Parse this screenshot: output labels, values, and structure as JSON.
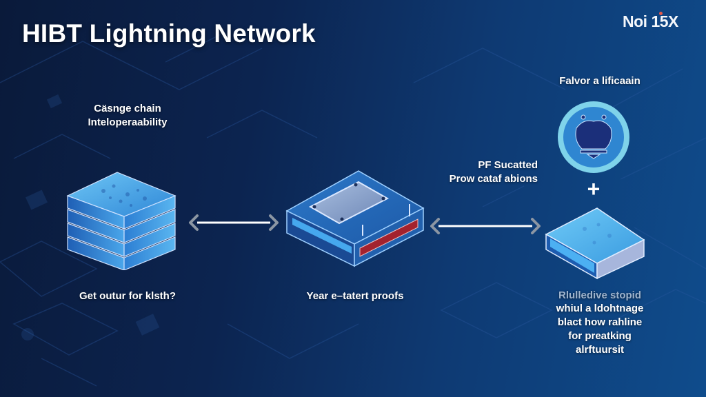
{
  "header": {
    "title": "HIBT Lightning Network",
    "logo_text": "Noi 15X"
  },
  "diagram": {
    "nodes": [
      {
        "id": "left",
        "caption_top": [
          "Cäsnge chain",
          "Inteloperaability"
        ],
        "caption_bottom": "Get outur for klsth?",
        "icon": "layered-stack-icon"
      },
      {
        "id": "center",
        "caption_top": [
          "PF Sucatted",
          "Prow cataf abions"
        ],
        "caption_bottom": "Year e–tatert proofs",
        "icon": "hardware-device-icon"
      },
      {
        "id": "right",
        "caption_top": [
          "Falvor a lificaain"
        ],
        "badge_icon": "emblem-badge-icon",
        "joiner": "+",
        "icon": "storage-block-icon",
        "caption_bottom_muted": "Rlulledive stopid",
        "caption_bottom": [
          "whiul a ldohtnage",
          "blact how rahline",
          "for preatking",
          "alrftuursit"
        ]
      }
    ],
    "connectors": [
      {
        "from": "left",
        "to": "center",
        "type": "bidirectional-arrow"
      },
      {
        "from": "center",
        "to": "right",
        "type": "bidirectional-arrow"
      }
    ]
  },
  "colors": {
    "background_dark": "#0a1a3a",
    "background_light": "#0f4c8c",
    "block_blue": "#3a9be0",
    "block_side": "#2a6fc0",
    "badge_ring": "#7fd3ea",
    "badge_fill": "#2f86d1",
    "emblem": "#1b2f7a",
    "arrow_line": "#ffffff",
    "arrow_head": "#8c96a3",
    "accent_red": "#a3222e"
  }
}
